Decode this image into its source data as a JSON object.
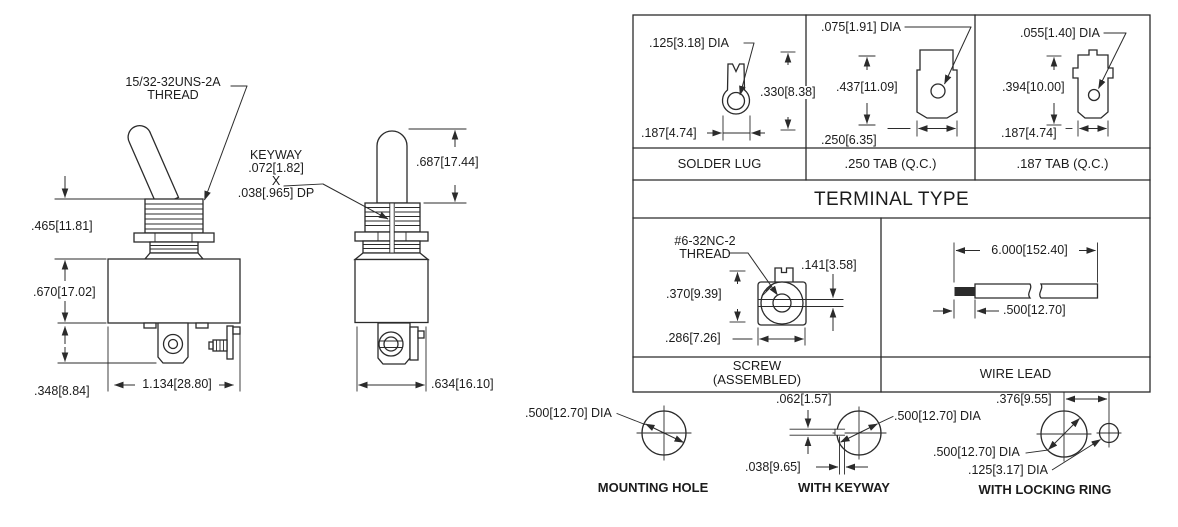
{
  "front_view": {
    "thread_label_1": "15/32-32UNS-2A",
    "thread_label_2": "THREAD",
    "dim_bushing_height": ".465[11.81]",
    "dim_body_height": ".670[17.02]",
    "dim_terminal_height": ".348[8.84]",
    "dim_body_width": "1.134[28.80]"
  },
  "side_view": {
    "keyway_label_1": "KEYWAY",
    "keyway_label_2": ".072[1.82]",
    "keyway_label_3": "X",
    "keyway_label_4": ".038[.965] DP",
    "dim_lever_height": ".687[17.44]",
    "dim_body_width": ".634[16.10]"
  },
  "terminal_table": {
    "title": "TERMINAL TYPE",
    "solder_lug": {
      "label": "SOLDER LUG",
      "dim_dia": ".125[3.18] DIA",
      "dim_height": ".330[8.38]",
      "dim_width": ".187[4.74]"
    },
    "tab_250": {
      "label": ".250 TAB (Q.C.)",
      "dim_dia": ".075[1.91] DIA",
      "dim_height": ".437[11.09]",
      "dim_width": ".250[6.35]"
    },
    "tab_187": {
      "label": ".187 TAB (Q.C.)",
      "dim_dia": ".055[1.40] DIA",
      "dim_height": ".394[10.00]",
      "dim_width": ".187[4.74]"
    },
    "screw": {
      "label_1": "SCREW",
      "label_2": "(ASSEMBLED)",
      "thread_label_1": "#6-32NC-2",
      "thread_label_2": "THREAD",
      "dim_head": ".141[3.58]",
      "dim_height": ".370[9.39]",
      "dim_width": ".286[7.26]"
    },
    "wire_lead": {
      "label": "WIRE LEAD",
      "dim_length": "6.000[152.40]",
      "dim_strip": ".500[12.70]"
    }
  },
  "mounting_holes": {
    "mounting_hole": {
      "label": "MOUNTING HOLE",
      "dim_dia": ".500[12.70] DIA"
    },
    "with_keyway": {
      "label": "WITH KEYWAY",
      "dim_dia": ".500[12.70] DIA",
      "dim_keyway_width": ".062[1.57]",
      "dim_keyway_offset": ".038[9.65]"
    },
    "with_locking_ring": {
      "label": "WITH LOCKING RING",
      "dim_hole_dia": ".500[12.70] DIA",
      "dim_ring_dia": ".125[3.17] DIA",
      "dim_center_distance": ".376[9.55]"
    }
  },
  "colors": {
    "line": "#2b2b2b",
    "text": "#1c1c1c",
    "background": "#ffffff"
  }
}
